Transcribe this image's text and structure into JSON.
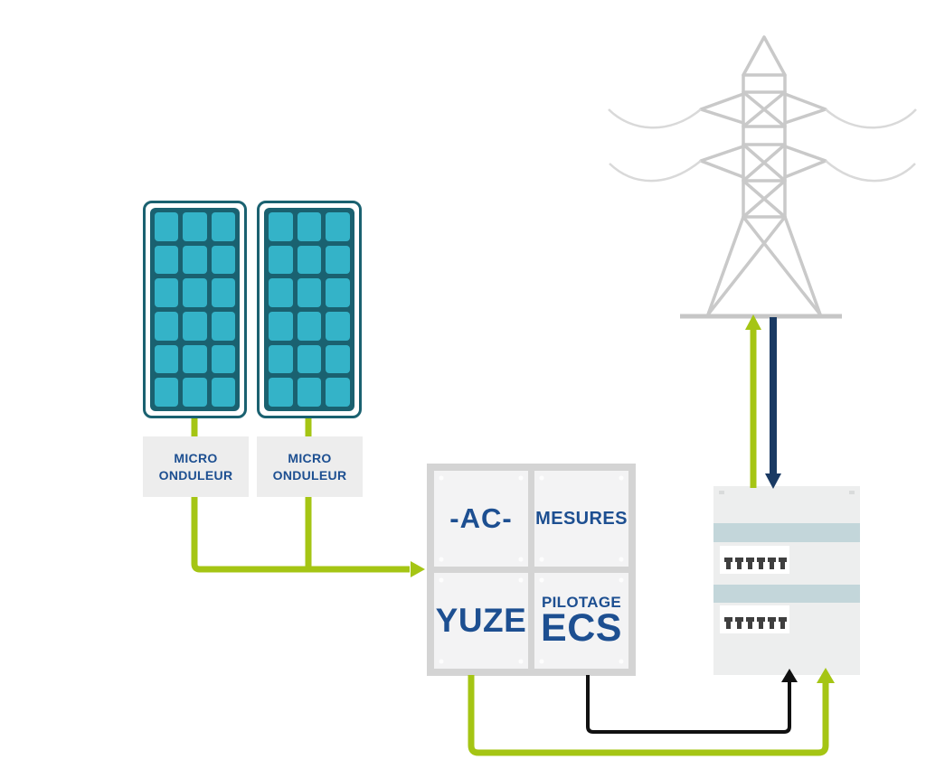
{
  "colors": {
    "accent_green": "#a5c514",
    "navy_arrow": "#1a3a63",
    "label_blue": "#1d4f91",
    "panel_cell_teal": "#34b3c8",
    "panel_frame_teal": "#1a6170",
    "structure_gray": "#c9c9c9",
    "board_band_blue_gray": "#c3d6da",
    "box_gray": "#ededed",
    "cable_black": "#111111"
  },
  "solar_panels": {
    "count": 2,
    "columns": 3,
    "rows": 6,
    "cell_count": 18
  },
  "micro_inverters": [
    {
      "line1": "MICRO",
      "line2": "ONDULEUR"
    },
    {
      "line1": "MICRO",
      "line2": "ONDULEUR"
    }
  ],
  "gateway": {
    "quadrants": [
      {
        "label": "-AC-"
      },
      {
        "label": "MESURES"
      },
      {
        "label": "YUZE"
      },
      {
        "sub_label": "PILOTAGE",
        "label": "ECS"
      }
    ]
  },
  "distribution_board": {
    "breaker_rows": 2,
    "breakers_per_row": 6
  },
  "grid": {
    "icon": "transmission-tower-icon"
  }
}
